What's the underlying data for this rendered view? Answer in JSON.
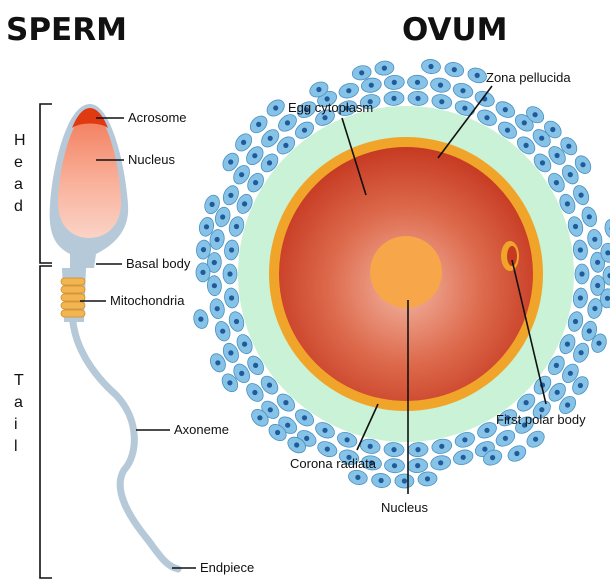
{
  "titles": {
    "left": "SPERM",
    "right": "OVUM"
  },
  "sperm": {
    "side_labels": {
      "head": "Head",
      "tail": "Tail"
    },
    "labels": {
      "acrosome": "Acrosome",
      "nucleus": "Nucleus",
      "basal_body": "Basal body",
      "mitochondria": "Mitochondria",
      "axoneme": "Axoneme",
      "endpiece": "Endpiece"
    }
  },
  "ovum": {
    "labels": {
      "egg_cytoplasm": "Egg cytoplasm",
      "zona_pellucida": "Zona pellucida",
      "first_polar_body": "First polar body",
      "corona_radiata": "Corona radiata",
      "nucleus": "Nucleus"
    }
  },
  "colors": {
    "acrosome": "#e03a12",
    "sperm_nucleus": "#f6a08a",
    "sperm_body": "#b5c9d8",
    "mitochondria": "#f2b552",
    "corona_cell": "#86c3e6",
    "cell_nucleus": "#1f5a9a",
    "zona": "#c9f2d6",
    "egg_ring": "#f0a52a",
    "cytoplasm": "#d2482e",
    "egg_nucleus": "#f7a64a"
  }
}
